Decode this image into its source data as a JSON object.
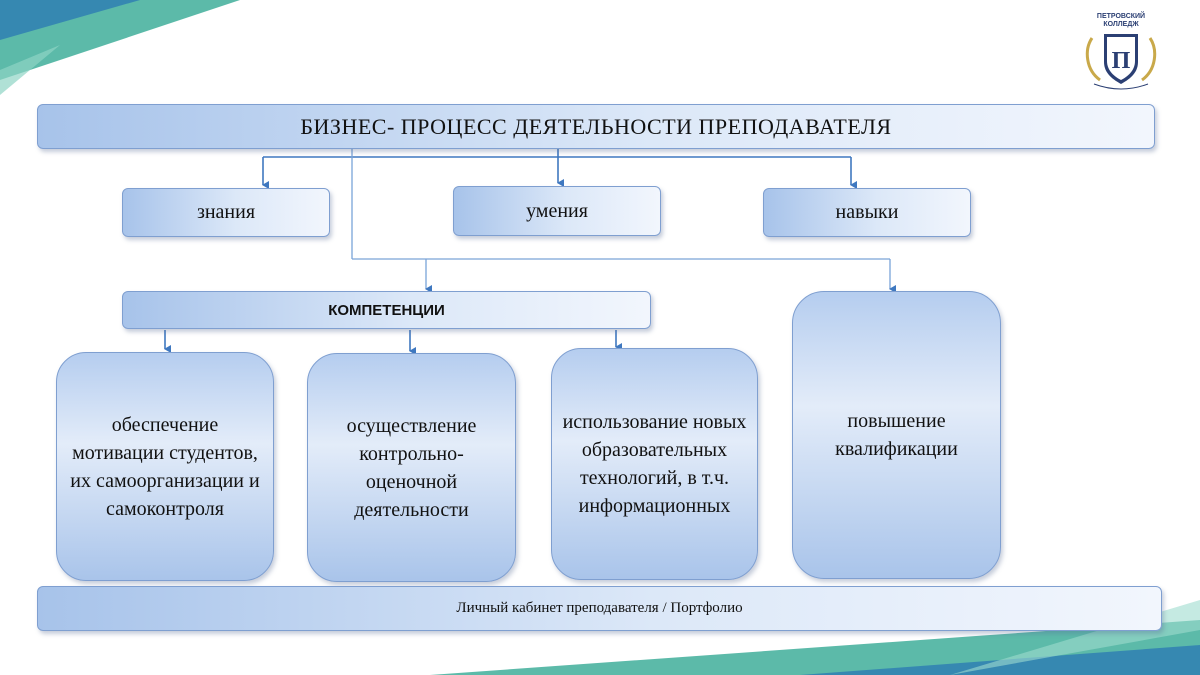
{
  "logo": {
    "line1": "ПЕТРОВСКИЙ",
    "line2": "КОЛЛЕДЖ",
    "monogram": "П",
    "icon": "college-crest-icon"
  },
  "title": "БИЗНЕС- ПРОЦЕСС ДЕЯТЕЛЬНОСТИ ПРЕПОДАВАТЕЛЯ",
  "skills": {
    "knowledge": "знания",
    "abilities": "умения",
    "habits": "навыки"
  },
  "competencies": {
    "label": "КОМПЕТЕНЦИИ",
    "items": [
      "обеспечение мотивации студентов, их самоорганизации и самоконтроля",
      "осуществление контрольно-оценочной деятельности",
      "использование новых образовательных технологий, в т.ч. информационных"
    ]
  },
  "qualification": "повышение квалификации",
  "footer": "Личный кабинет преподавателя / Портфолио",
  "colors": {
    "accent_teal": "#3fae9a",
    "accent_blue": "#3f78b8",
    "box_border": "#7f9fd0",
    "connector": "#3f78c0"
  }
}
